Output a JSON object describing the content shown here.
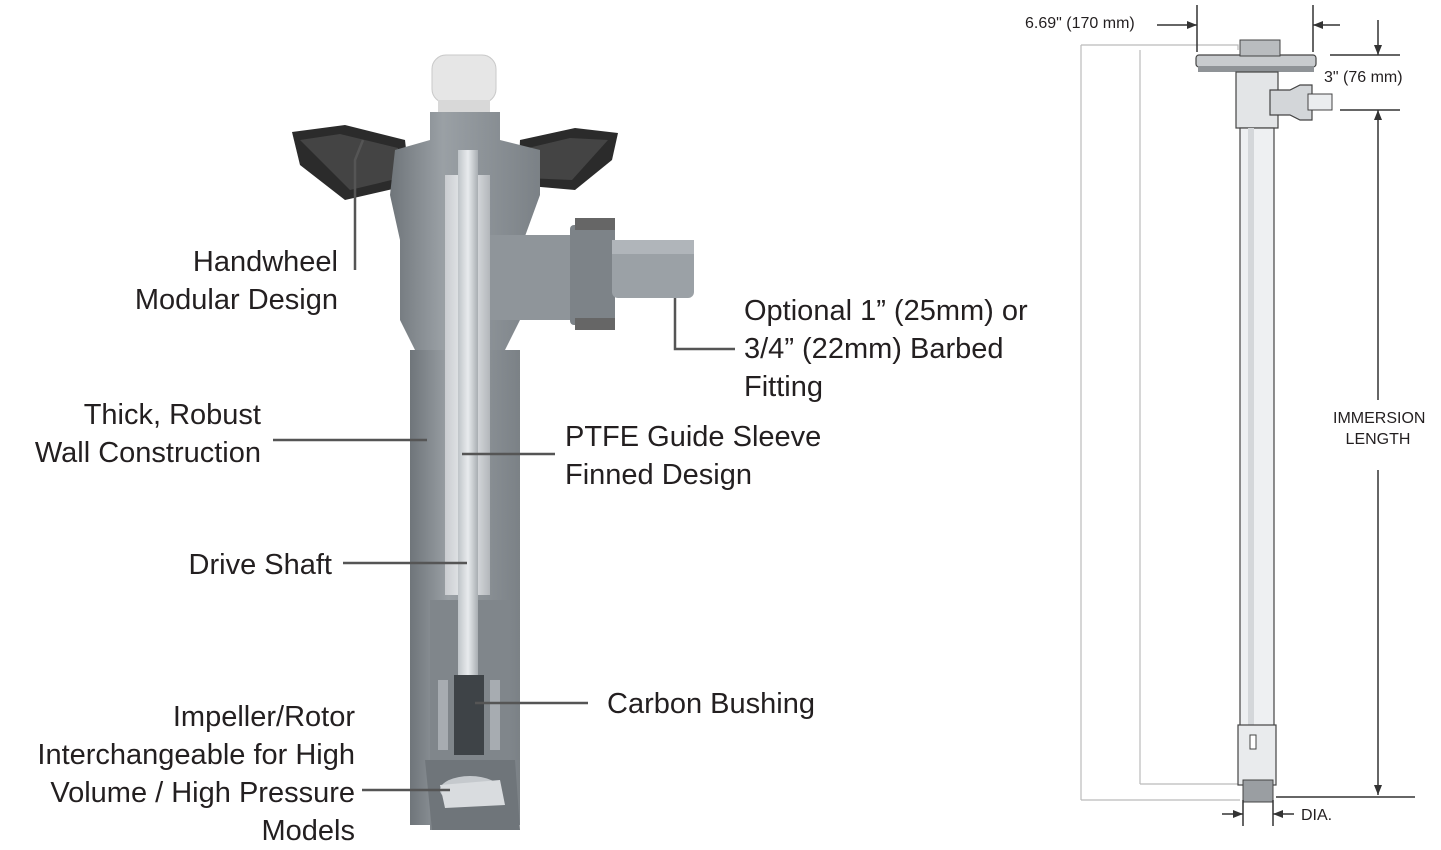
{
  "cutaway": {
    "labels": {
      "handwheel": [
        "Handwheel",
        "Modular Design"
      ],
      "wall": [
        "Thick, Robust",
        "Wall Construction"
      ],
      "drive_shaft": [
        "Drive Shaft"
      ],
      "impeller": [
        "Impeller/Rotor",
        "Interchangeable for High",
        "Volume / High Pressure",
        "Models"
      ],
      "fitting": [
        "Optional 1” (25mm) or",
        "3/4” (22mm) Barbed",
        "Fitting"
      ],
      "guide_sleeve": [
        "PTFE Guide Sleeve",
        "Finned Design"
      ],
      "bushing": [
        "Carbon Bushing"
      ]
    }
  },
  "dimensions": {
    "width": "6.69\" (170 mm)",
    "height": "3\" (76 mm)",
    "immersion": [
      "IMMERSION",
      "LENGTH"
    ],
    "diameter": "DIA."
  },
  "colors": {
    "pump_body": "#8a9095",
    "pump_dark": "#5d6368",
    "handwheel": "#2b2b2b",
    "leader_line": "#555555",
    "dimension_line": "#333333"
  }
}
